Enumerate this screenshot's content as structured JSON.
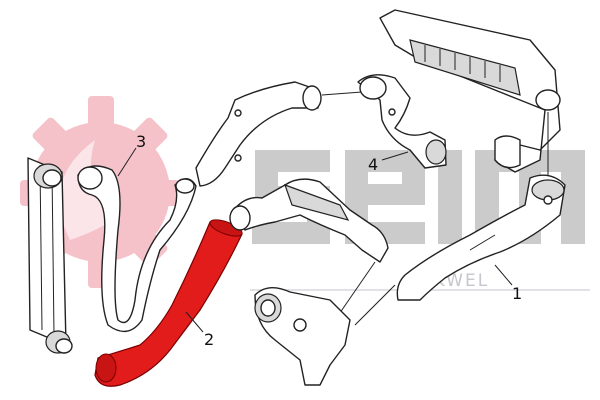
{
  "diagram": {
    "watermark": {
      "logo_text": "seim",
      "brand_text": "AKWEL",
      "logo_gear_color": "#f2b8c0",
      "logo_letters_color": "#c8c8c8"
    },
    "highlight_color": "#e21b1b",
    "callouts": [
      {
        "id": "1",
        "label": "1"
      },
      {
        "id": "2",
        "label": "2"
      },
      {
        "id": "3",
        "label": "3"
      },
      {
        "id": "4",
        "label": "4"
      }
    ]
  }
}
